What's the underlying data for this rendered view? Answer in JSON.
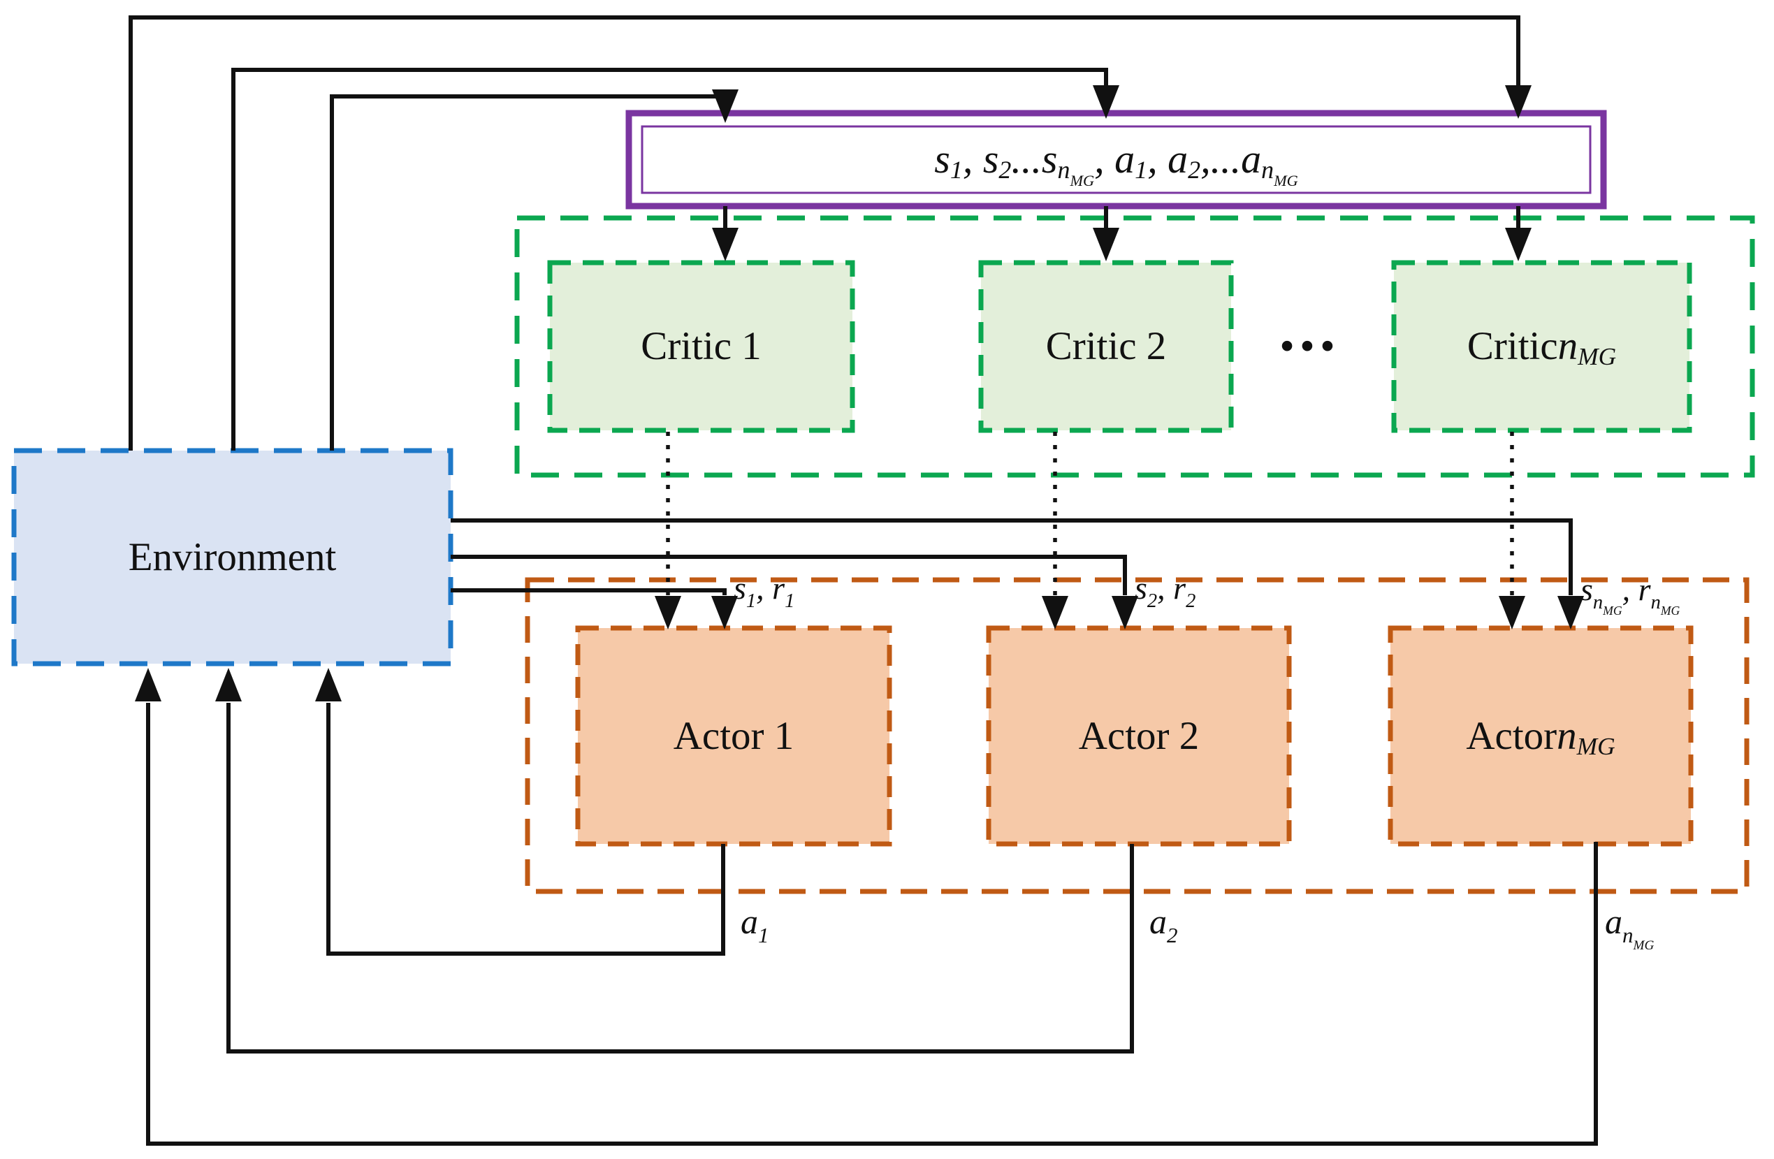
{
  "colors": {
    "black": "#111111",
    "buffer_border": "#7a35a0",
    "buffer_fill": "#ffffff",
    "critic_border": "#0ba750",
    "critic_fill": "#e3efda",
    "env_border": "#1e78c8",
    "env_fill": "#dae3f3",
    "actor_border": "#c05a14",
    "actor_fill": "#f6c9a8"
  },
  "environment": {
    "label": "Environment"
  },
  "buffer": {
    "math": [
      {
        "t": "s",
        "s": "1"
      },
      {
        "t": ", s",
        "s": "2"
      },
      {
        "t": "...s",
        "s": "n",
        "ss": "MG"
      },
      {
        "t": ", a",
        "s": "1"
      },
      {
        "t": ", a",
        "s": "2"
      },
      {
        "t": ",...a",
        "s": "n",
        "ss": "MG"
      }
    ]
  },
  "critic_group": {
    "critic1": {
      "label": "Critic 1"
    },
    "critic2": {
      "label": "Critic 2"
    },
    "dots": "•••",
    "critic_n": {
      "math": [
        {
          "t": "Critic ",
          "up": true
        },
        {
          "t": "n",
          "s": "MG"
        }
      ]
    }
  },
  "actor_group": {
    "actor1": {
      "label": "Actor 1"
    },
    "actor2": {
      "label": "Actor 2"
    },
    "actor_n": {
      "math": [
        {
          "t": "Actor ",
          "up": true
        },
        {
          "t": "n",
          "s": "MG"
        }
      ]
    }
  },
  "edge_labels": {
    "s1r1": {
      "math": [
        {
          "t": "s",
          "s": "1"
        },
        {
          "t": ", r",
          "s": "1"
        }
      ]
    },
    "s2r2": {
      "math": [
        {
          "t": "s",
          "s": "2"
        },
        {
          "t": ", r",
          "s": "2"
        }
      ]
    },
    "snrn": {
      "math": [
        {
          "t": "s",
          "s": "n",
          "ss": "MG"
        },
        {
          "t": ", r",
          "s": "n",
          "ss": "MG"
        }
      ]
    },
    "a1": {
      "math": [
        {
          "t": "a",
          "s": "1"
        }
      ]
    },
    "a2": {
      "math": [
        {
          "t": "a",
          "s": "2"
        }
      ]
    },
    "an": {
      "math": [
        {
          "t": "a",
          "s": "n",
          "ss": "MG"
        }
      ]
    }
  }
}
